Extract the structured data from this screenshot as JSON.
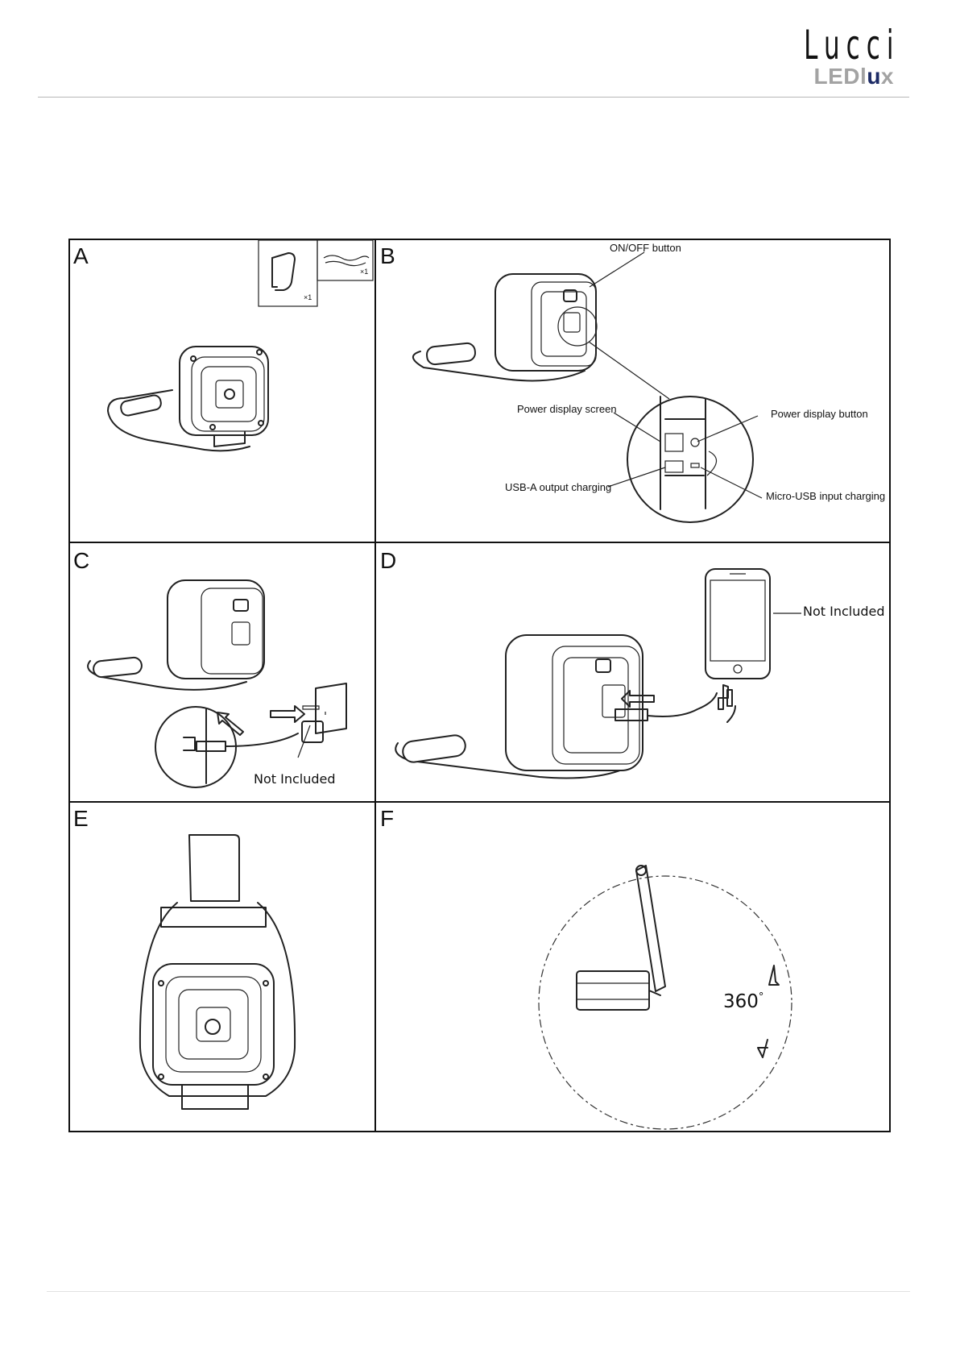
{
  "brand": {
    "name": "Lucci",
    "subbrand_prefix": "LEDl",
    "subbrand_accent": "u",
    "subbrand_suffix": "x",
    "colors": {
      "accent": "#1d2b66",
      "subbrand": "#a3a3a3",
      "rule": "#b8b8b8"
    }
  },
  "panels": [
    {
      "id": "A",
      "label": "A",
      "accessories": [
        {
          "icon": "hanging-hook-icon",
          "qty": "×1"
        },
        {
          "icon": "usb-cable-icon",
          "qty": "×1"
        }
      ]
    },
    {
      "id": "B",
      "label": "B",
      "callouts": [
        "ON/OFF button",
        "Power display screen",
        "Power display button",
        "USB-A output charging",
        "Micro-USB input charging"
      ]
    },
    {
      "id": "C",
      "label": "C",
      "callouts": [
        "Not Included"
      ]
    },
    {
      "id": "D",
      "label": "D",
      "callouts": [
        "Not Included"
      ]
    },
    {
      "id": "E",
      "label": "E"
    },
    {
      "id": "F",
      "label": "F",
      "rotation_text": "360",
      "rotation_unit": "°"
    }
  ]
}
